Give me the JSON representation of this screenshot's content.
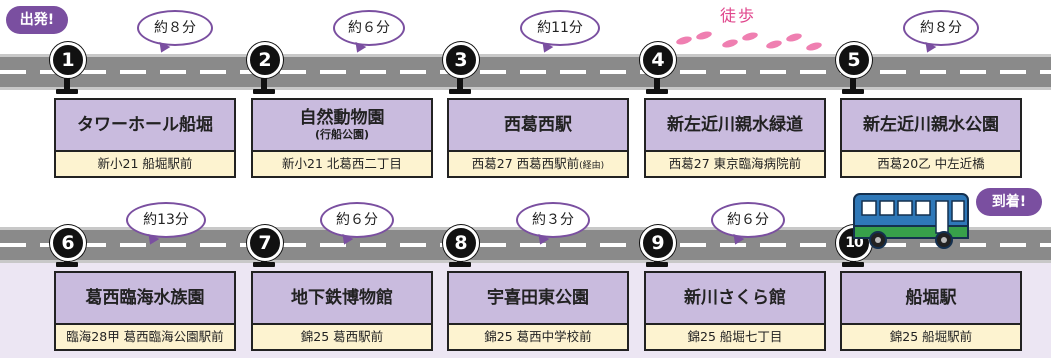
{
  "start_tag": "出発!",
  "end_tag": "到着!",
  "walk_label": "徒歩",
  "colors": {
    "accent": "#7a4fa0",
    "card_title_bg": "#c9bbde",
    "card_bus_bg": "#fdf3d0",
    "walk": "#e0468c",
    "bus_body": "#2f78b8",
    "bus_bottom": "#37a04a"
  },
  "icons": {
    "bus": "bus-icon",
    "footprints": "footprints-icon"
  },
  "row1": {
    "stops": [
      {
        "num": "1",
        "name": "タワーホール船堀",
        "sub": "",
        "bus": "新小21 船堀駅前",
        "bus_note": ""
      },
      {
        "num": "2",
        "name": "自然動物園",
        "sub": "(行船公園)",
        "bus": "新小21 北葛西二丁目",
        "bus_note": ""
      },
      {
        "num": "3",
        "name": "西葛西駅",
        "sub": "",
        "bus": "西葛27 西葛西駅前",
        "bus_note": "(経由)"
      },
      {
        "num": "4",
        "name": "新左近川親水緑道",
        "sub": "",
        "bus": "西葛27 東京臨海病院前",
        "bus_note": ""
      },
      {
        "num": "5",
        "name": "新左近川親水公園",
        "sub": "",
        "bus": "西葛20乙 中左近橋",
        "bus_note": ""
      }
    ],
    "times": [
      "約８分",
      "約６分",
      "約11分",
      "約８分"
    ]
  },
  "row2": {
    "stops": [
      {
        "num": "6",
        "name": "葛西臨海水族園",
        "sub": "",
        "bus": "臨海28甲 葛西臨海公園駅前",
        "bus_note": ""
      },
      {
        "num": "7",
        "name": "地下鉄博物館",
        "sub": "",
        "bus": "錦25 葛西駅前",
        "bus_note": ""
      },
      {
        "num": "8",
        "name": "宇喜田東公園",
        "sub": "",
        "bus": "錦25 葛西中学校前",
        "bus_note": ""
      },
      {
        "num": "9",
        "name": "新川さくら館",
        "sub": "",
        "bus": "錦25 船堀七丁目",
        "bus_note": ""
      },
      {
        "num": "10",
        "name": "船堀駅",
        "sub": "",
        "bus": "錦25 船堀駅前",
        "bus_note": ""
      }
    ],
    "times": [
      "約13分",
      "約６分",
      "約３分",
      "約６分"
    ]
  }
}
